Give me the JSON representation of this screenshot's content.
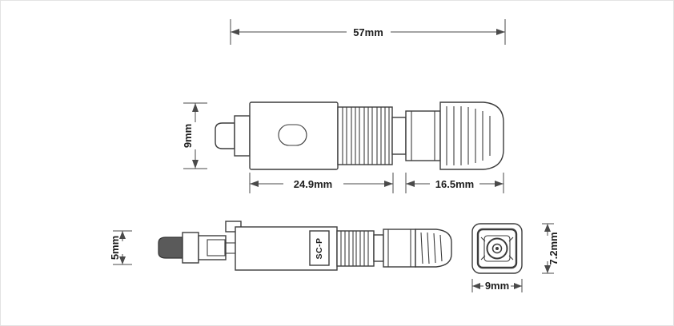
{
  "dims": {
    "total": "57mm",
    "height": "9mm",
    "body": "24.9mm",
    "boot": "16.5mm",
    "top_height": "5mm",
    "face_height": "7.2mm",
    "face_width": "9mm"
  },
  "labels": {
    "model": "SC-P"
  }
}
